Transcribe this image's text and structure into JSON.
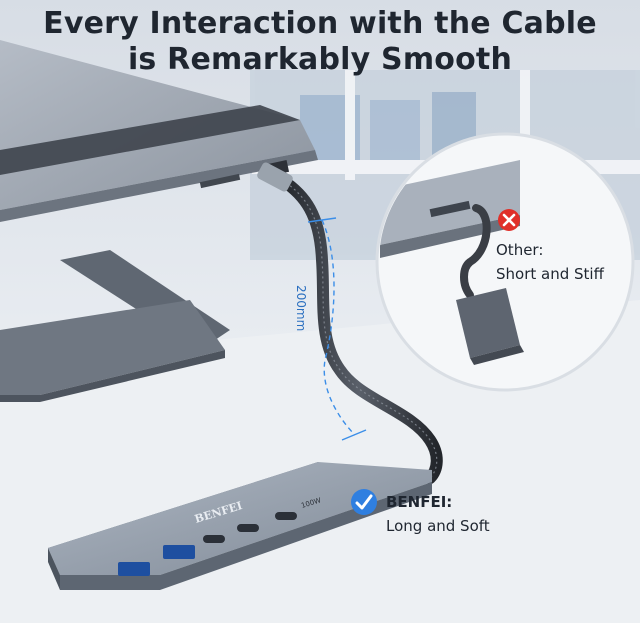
{
  "headline": {
    "line1": "Every Interaction with the Cable",
    "line2": "is Remarkably Smooth"
  },
  "cable_length_label": "200mm",
  "comparison_other": {
    "status_icon": "red-cross-icon",
    "line1": "Other:",
    "line2": "Short and Stiff"
  },
  "comparison_benfei": {
    "status_icon": "blue-check-icon",
    "brand": "BENFEI:",
    "desc": "Long and Soft"
  },
  "hub": {
    "brand": "BENFEI",
    "port_label": "100W"
  },
  "colors": {
    "cross": "#e0302a",
    "check": "#2f7fe0",
    "hub_body": "#8d97a5",
    "cable": "#3b3f46",
    "dimension": "#3b8ee8"
  }
}
